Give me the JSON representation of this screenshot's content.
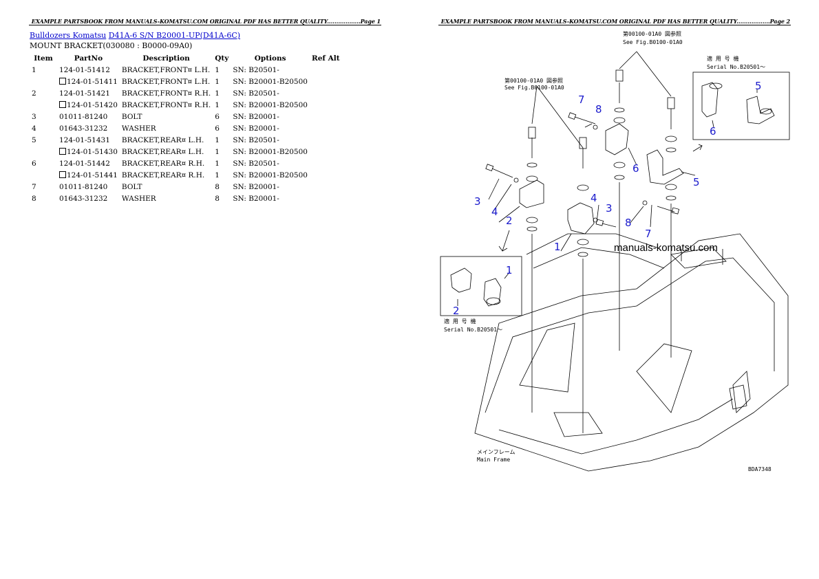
{
  "pages": [
    {
      "header": "EXAMPLE PARTSBOOK FROM MANUALS-KOMATSU.COM ORIGINAL PDF HAS BETTER QUALITY..................Page 1"
    },
    {
      "header": "EXAMPLE PARTSBOOK FROM MANUALS-KOMATSU.COM ORIGINAL PDF HAS BETTER QUALITY..................Page 2"
    }
  ],
  "breadcrumb": {
    "link1": "Bulldozers Komatsu",
    "link2": "D41A-6 S/N B20001-UP(D41A-6C)"
  },
  "subtitle": "MOUNT BRACKET(030080 : B0000-09A0)",
  "table": {
    "headers": [
      "Item",
      "PartNo",
      "Description",
      "Qty",
      "Options",
      "Ref Alt"
    ],
    "rows": [
      {
        "item": "1",
        "alt": false,
        "part": "124-01-51412",
        "desc": "BRACKET,FRONT¤ L.H.",
        "qty": "1",
        "opt": "SN: B20501-"
      },
      {
        "item": "",
        "alt": true,
        "part": "124-01-51411",
        "desc": "BRACKET,FRONT¤ L.H.",
        "qty": "1",
        "opt": "SN: B20001-B20500"
      },
      {
        "item": "2",
        "alt": false,
        "part": "124-01-51421",
        "desc": "BRACKET,FRONT¤ R.H.",
        "qty": "1",
        "opt": "SN: B20501-"
      },
      {
        "item": "",
        "alt": true,
        "part": "124-01-51420",
        "desc": "BRACKET,FRONT¤ R.H.",
        "qty": "1",
        "opt": "SN: B20001-B20500"
      },
      {
        "item": "3",
        "alt": false,
        "part": "01011-81240",
        "desc": "BOLT",
        "qty": "6",
        "opt": "SN: B20001-"
      },
      {
        "item": "4",
        "alt": false,
        "part": "01643-31232",
        "desc": "WASHER",
        "qty": "6",
        "opt": "SN: B20001-"
      },
      {
        "item": "5",
        "alt": false,
        "part": "124-01-51431",
        "desc": "BRACKET,REAR¤ L.H.",
        "qty": "1",
        "opt": "SN: B20501-"
      },
      {
        "item": "",
        "alt": true,
        "part": "124-01-51430",
        "desc": "BRACKET,REAR¤ L.H.",
        "qty": "1",
        "opt": "SN: B20001-B20500"
      },
      {
        "item": "6",
        "alt": false,
        "part": "124-01-51442",
        "desc": "BRACKET,REAR¤ R.H.",
        "qty": "1",
        "opt": "SN: B20501-"
      },
      {
        "item": "",
        "alt": true,
        "part": "124-01-51441",
        "desc": "BRACKET,REAR¤ R.H.",
        "qty": "1",
        "opt": "SN: B20001-B20500"
      },
      {
        "item": "7",
        "alt": false,
        "part": "01011-81240",
        "desc": "BOLT",
        "qty": "8",
        "opt": "SN: B20001-"
      },
      {
        "item": "8",
        "alt": false,
        "part": "01643-31232",
        "desc": "WASHER",
        "qty": "8",
        "opt": "SN: B20001-"
      }
    ]
  },
  "diagram": {
    "callouts": [
      "1",
      "2",
      "3",
      "4",
      "5",
      "6",
      "7",
      "8"
    ],
    "ref_top": "第00100-01A0 図参照",
    "ref_top_en": "See Fig.B0100-01A0",
    "ref_left": "第00100-01A0 図参照",
    "ref_left_en": "See Fig.B0100-01A0",
    "inset_right_jp": "適 用 号 機",
    "inset_right_en": "Serial No.B20501～",
    "inset_left_jp": "適 用 号 機",
    "inset_left_en": "Serial No.B20501～",
    "frame_jp": "メインフレーム",
    "frame_en": "Main Frame",
    "watermark": "manuals-komatsu.com",
    "figure_code": "BDA7348"
  }
}
